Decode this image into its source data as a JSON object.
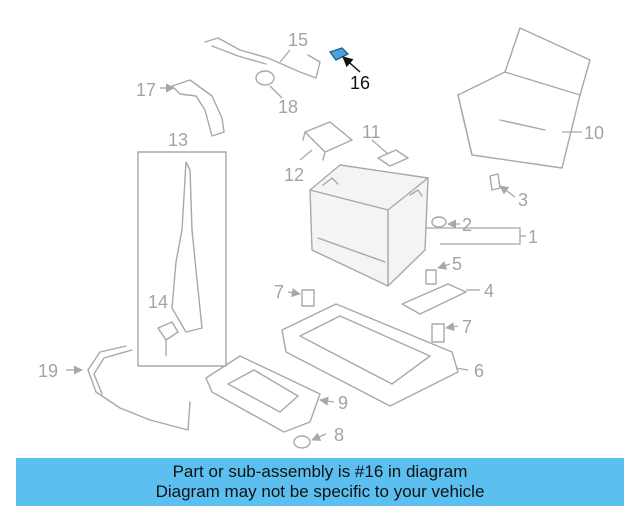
{
  "diagram": {
    "highlight_part": "16",
    "callouts": [
      "1",
      "2",
      "3",
      "4",
      "5",
      "6",
      "7",
      "7",
      "8",
      "9",
      "10",
      "11",
      "12",
      "13",
      "14",
      "15",
      "16",
      "17",
      "18",
      "19"
    ]
  },
  "banner": {
    "line1": "Part or sub-assembly is #16 in diagram",
    "line2": "Diagram may not be specific to your vehicle",
    "color": "#5bc0f0"
  }
}
